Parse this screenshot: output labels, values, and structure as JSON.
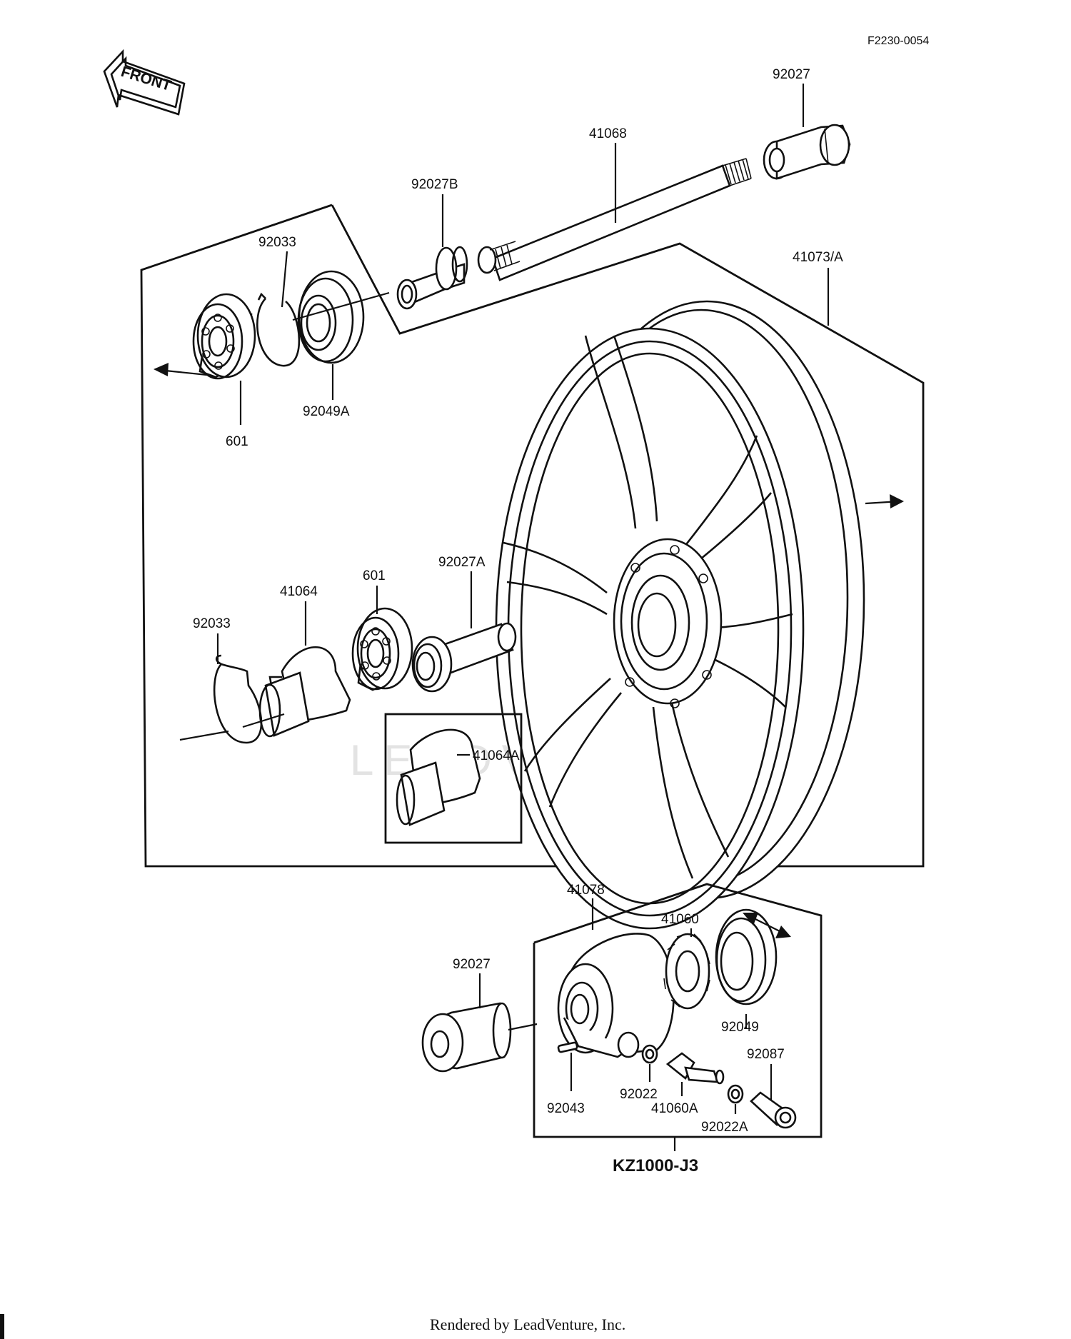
{
  "diagram_code": "F2230-0054",
  "front_label": "FRONT",
  "model_label": "KZ1000-J3",
  "footer": "Rendered by LeadVenture, Inc.",
  "watermark": "LEADVENTURE",
  "parts": [
    {
      "id": "p92027_top",
      "label": "92027"
    },
    {
      "id": "p41068",
      "label": "41068"
    },
    {
      "id": "p92027B",
      "label": "92027B"
    },
    {
      "id": "p92033_top",
      "label": "92033"
    },
    {
      "id": "p41073A",
      "label": "41073/A"
    },
    {
      "id": "p92049A",
      "label": "92049A"
    },
    {
      "id": "p601_top",
      "label": "601"
    },
    {
      "id": "p92027A",
      "label": "92027A"
    },
    {
      "id": "p601_mid",
      "label": "601"
    },
    {
      "id": "p41064",
      "label": "41064"
    },
    {
      "id": "p92033_mid",
      "label": "92033"
    },
    {
      "id": "p41064A",
      "label": "41064A"
    },
    {
      "id": "p41078",
      "label": "41078"
    },
    {
      "id": "p41060",
      "label": "41060"
    },
    {
      "id": "p92027_bot",
      "label": "92027"
    },
    {
      "id": "p92049",
      "label": "92049"
    },
    {
      "id": "p92087",
      "label": "92087"
    },
    {
      "id": "p92022",
      "label": "92022"
    },
    {
      "id": "p92043",
      "label": "92043"
    },
    {
      "id": "p41060A",
      "label": "41060A"
    },
    {
      "id": "p92022A",
      "label": "92022A"
    }
  ]
}
